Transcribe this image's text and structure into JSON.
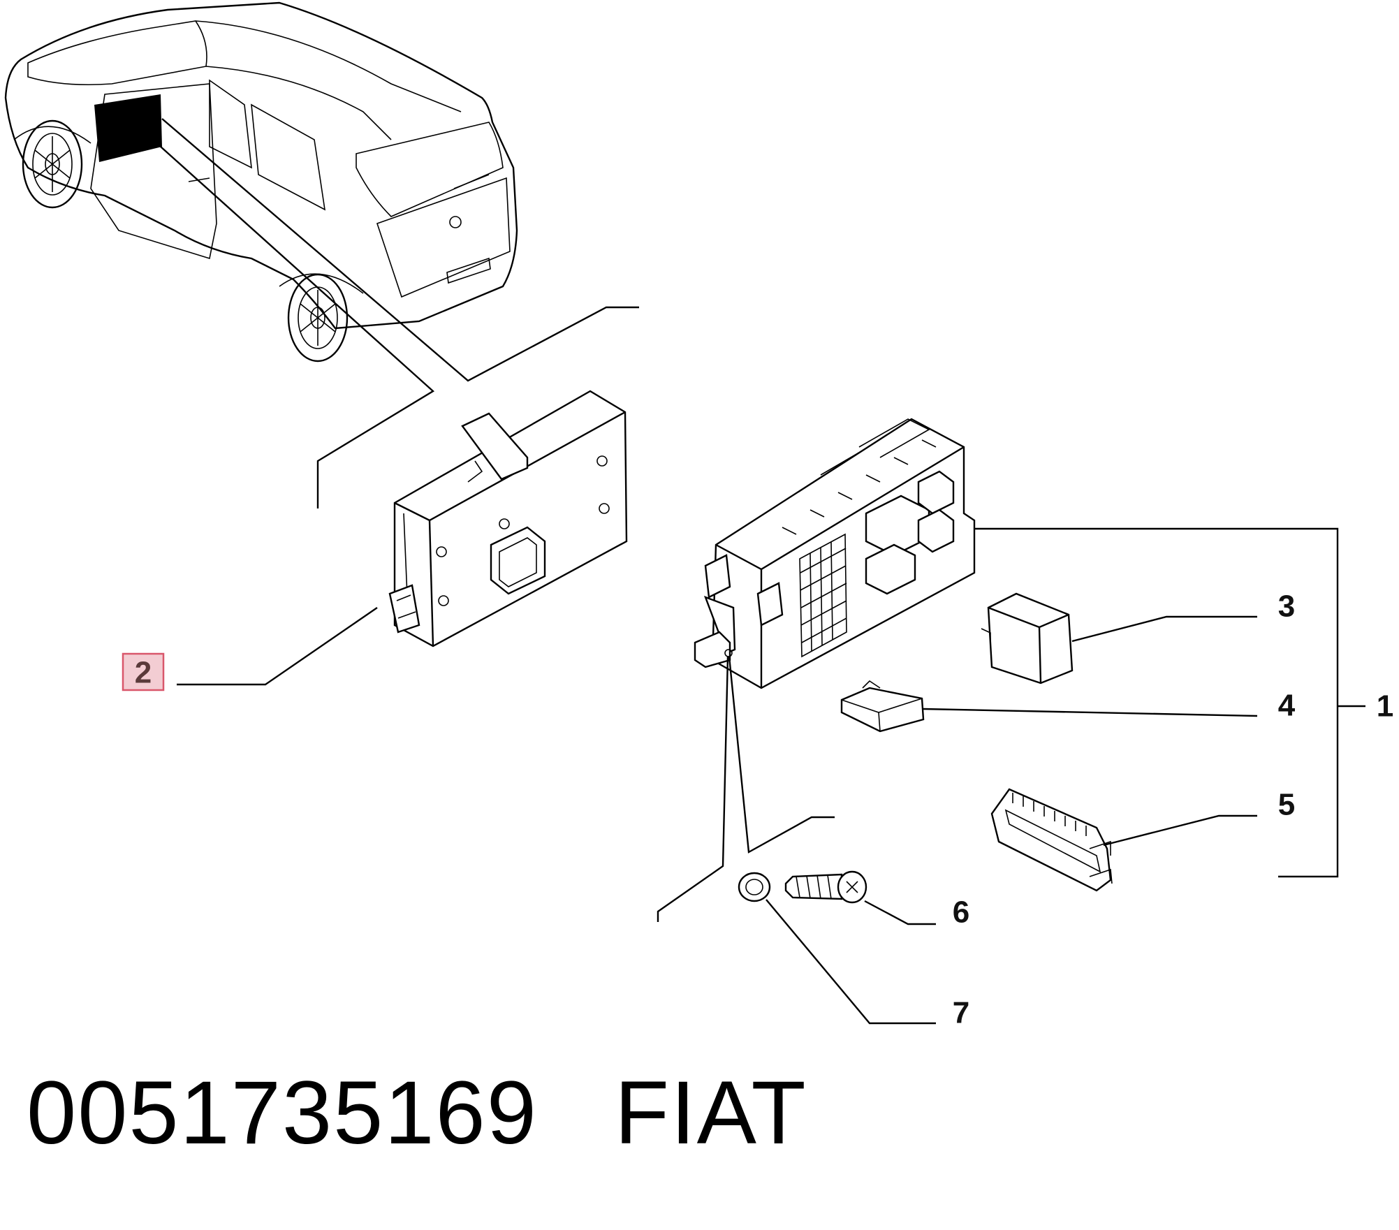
{
  "diagram": {
    "callouts": [
      {
        "id": "1",
        "label": "1"
      },
      {
        "id": "2",
        "label": "2",
        "highlighted": true
      },
      {
        "id": "3",
        "label": "3"
      },
      {
        "id": "4",
        "label": "4"
      },
      {
        "id": "5",
        "label": "5"
      },
      {
        "id": "6",
        "label": "6"
      },
      {
        "id": "7",
        "label": "7"
      }
    ],
    "highlight_color": "#f3cdd3",
    "highlight_border": "#d9576b"
  },
  "footer": {
    "part_number": "0051735169",
    "brand": "FIAT"
  }
}
